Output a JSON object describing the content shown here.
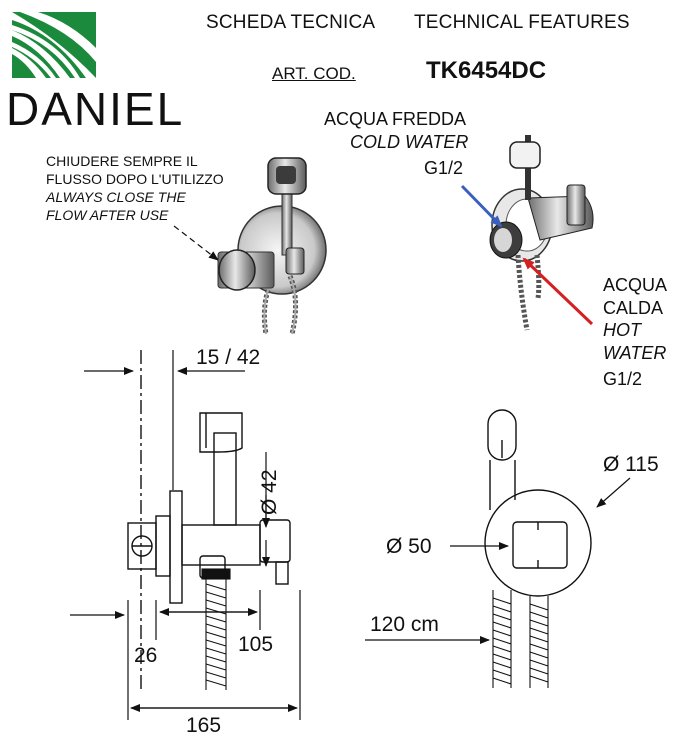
{
  "brand": {
    "name": "DANIEL",
    "logo_color": "#1c8a3c"
  },
  "header": {
    "title_it": "SCHEDA TECNICA",
    "title_en": "TECHNICAL FEATURES",
    "art_label": "ART. COD.",
    "art_code": "TK6454DC"
  },
  "cold_water": {
    "it": "ACQUA FREDDA",
    "en": "COLD WATER",
    "size": "G1/2",
    "arrow_color": "#3a5fbf"
  },
  "hot_water": {
    "it_1": "ACQUA",
    "it_2": "CALDA",
    "en_1": "HOT",
    "en_2": "WATER",
    "size": "G1/2",
    "arrow_color": "#d42020"
  },
  "note": {
    "it_1": "CHIUDERE SEMPRE IL",
    "it_2": "FLUSSO DOPO L'UTILIZZO",
    "en_1": "ALWAYS CLOSE THE",
    "en_2": "FLOW AFTER  USE"
  },
  "dimensions": {
    "offset": "15 / 42",
    "body_diameter": "Ø 42",
    "depth_min": "26",
    "depth_valve": "105",
    "total_length": "165",
    "plate_diameter": "Ø 115",
    "knob_diameter": "Ø 50",
    "hose_length": "120 cm"
  }
}
